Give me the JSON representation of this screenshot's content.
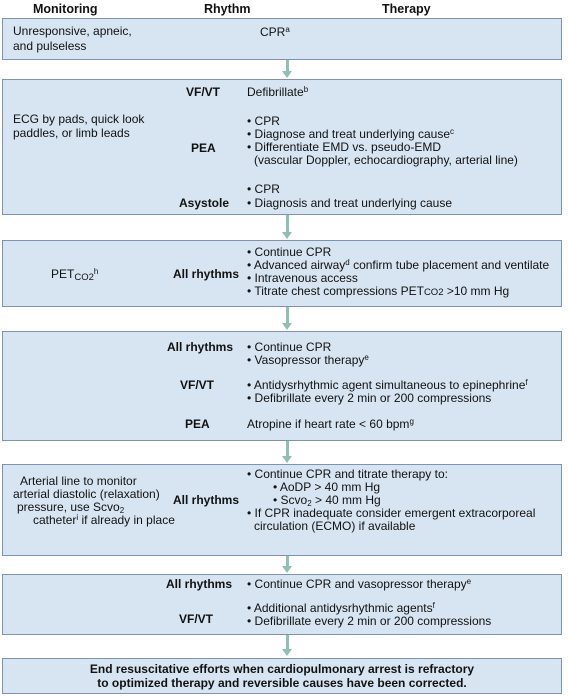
{
  "headers": {
    "monitoring": "Monitoring",
    "rhythm": "Rhythm",
    "therapy": "Therapy"
  },
  "box1": {
    "monitoring_line1": "Unresponsive, apneic,",
    "monitoring_line2": "and pulseless",
    "therapy": "CPR",
    "therapy_sup": "a"
  },
  "box2": {
    "monitoring_line1": "ECG by pads, quick look",
    "monitoring_line2": "paddles, or limb leads",
    "rhythm_vfvt": "VF/VT",
    "vfvt_therapy": "Defibrillate",
    "vfvt_sup": "b",
    "rhythm_pea": "PEA",
    "pea_items": [
      "• CPR",
      "• Diagnose and treat underlying cause",
      "• Differentiate EMD vs. pseudo-EMD"
    ],
    "pea_sup": "c",
    "pea_cont": "(vascular Doppler, echocardiography, arterial line)",
    "rhythm_asystole": "Asystole",
    "asystole_items": [
      "• CPR",
      "• Diagnosis and treat underlying cause"
    ]
  },
  "box3": {
    "monitoring": "PET",
    "monitoring_sub": "CO2",
    "monitoring_sup": "h",
    "rhythm": "All rhythms",
    "items": [
      "• Continue CPR",
      "• Advanced airway",
      "confirm tube placement and ventilate",
      "• Intravenous access",
      "• Titrate chest compressions PET",
      "CO2",
      ">10 mm Hg"
    ],
    "airway_sup": "d"
  },
  "box4": {
    "rhythm_all": "All rhythms",
    "all_items": [
      "• Continue CPR",
      "• Vasopressor therapy"
    ],
    "vaso_sup": "e",
    "rhythm_vfvt": "VF/VT",
    "vfvt_items": [
      "• Antidysrhythmic agent simultaneous to epinephrine",
      "• Defibrillate every 2 min or 200 compressions"
    ],
    "anti_sup": "f",
    "rhythm_pea": "PEA",
    "pea_therapy": "Atropine if heart rate < 60 bpm",
    "pea_sup": "g"
  },
  "box5": {
    "monitoring_lines": [
      "Arterial line to monitor",
      "arterial diastolic (relaxation)",
      "pressure, use Scvo",
      "catheter",
      " if already in place"
    ],
    "monitoring_sub": "2",
    "monitoring_sup": "i",
    "rhythm": "All rhythms",
    "items": [
      "• Continue CPR and titrate therapy to:",
      "• AoDP > 40 mm Hg",
      "• Scvo",
      "> 40 mm Hg",
      "• If CPR inadequate consider emergent extracorporeal",
      "circulation (ECMO) if available"
    ],
    "scvo_sub": "2"
  },
  "box6": {
    "rhythm_all": "All rhythms",
    "all_therapy": "• Continue CPR and vasopressor therapy",
    "all_sup": "e",
    "rhythm_vfvt": "VF/VT",
    "vfvt_items": [
      "• Additional antidysrhythmic agents",
      "• Defibrillate every 2 min or 200 compressions"
    ],
    "anti_sup": "f"
  },
  "box7": {
    "line1": "End resuscitative efforts when cardiopulmonary arrest is refractory",
    "line2": "to optimized therapy and reversible causes have been corrected."
  },
  "colors": {
    "box_fill": "#d7e4f1",
    "box_border": "#7e93ad",
    "arrow": "#8fbfb5"
  }
}
